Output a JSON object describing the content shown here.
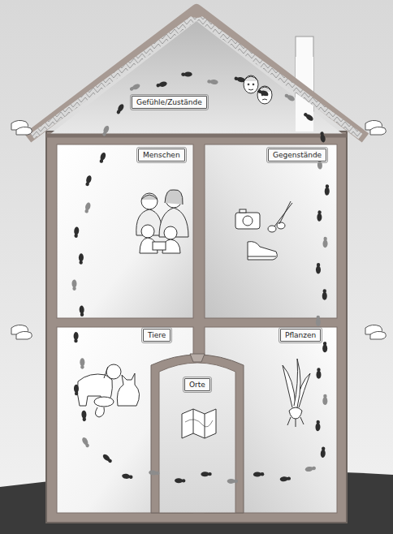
{
  "diagram": {
    "nodes": [
      {
        "text": [
          "Gefühle/Zustände"
        ]
      },
      {
        "text": [
          "Menschen"
        ]
      },
      {
        "text": [
          "Gegenstände"
        ]
      },
      {
        "text": [
          "Tiere"
        ]
      },
      {
        "text": [
          "Pflanzen"
        ]
      },
      {
        "text": [
          "Orte"
        ]
      }
    ]
  }
}
